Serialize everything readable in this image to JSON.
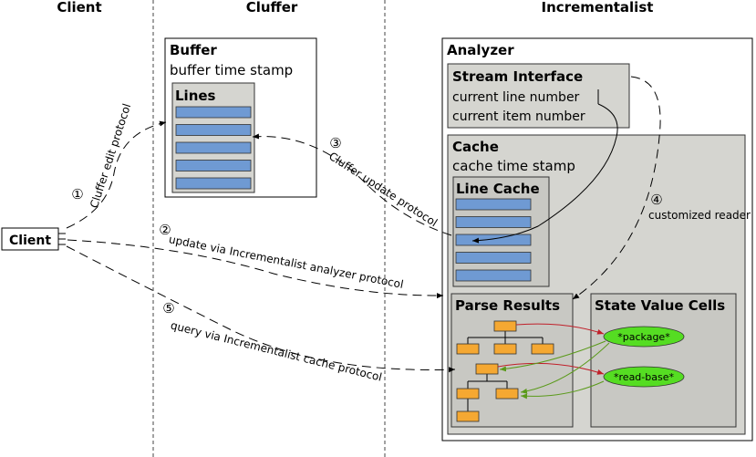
{
  "columns": {
    "client": "Client",
    "cluffer": "Cluffer",
    "incrementalist": "Incrementalist"
  },
  "client_box": {
    "label": "Client"
  },
  "buffer": {
    "title": "Buffer",
    "timestamp": "buffer time stamp",
    "lines_title": "Lines",
    "line_count": 5
  },
  "analyzer": {
    "title": "Analyzer",
    "stream_interface": {
      "title": "Stream Interface",
      "field1": "current line number",
      "field2": "current item number"
    },
    "cache": {
      "title": "Cache",
      "timestamp": "cache time stamp",
      "line_cache_title": "Line Cache",
      "line_count": 5
    },
    "parse_results": {
      "title": "Parse Results"
    },
    "state_value_cells": {
      "title": "State Value Cells",
      "cells": [
        "*package*",
        "*read-base*"
      ]
    }
  },
  "protocols": {
    "p1": {
      "number": "①",
      "label": "Cluffer edit protocol"
    },
    "p2": {
      "number": "②",
      "label": "update via Incrementalist analyzer protocol"
    },
    "p3": {
      "number": "③",
      "label": "Cluffer update protocol"
    },
    "p4": {
      "number": "④",
      "label": "customized reader"
    },
    "p5": {
      "number": "⑤",
      "label": "query via Incrementalist cache protocol"
    }
  },
  "colors": {
    "line_fill": "#6f9ad3",
    "panel_fill": "#d5d5d0",
    "panel_dark": "#c8c8c3",
    "node_fill": "#f5a832",
    "cell_fill": "#55dd22",
    "red_arrow": "#c0202a",
    "green_arrow": "#5a9a1a"
  }
}
